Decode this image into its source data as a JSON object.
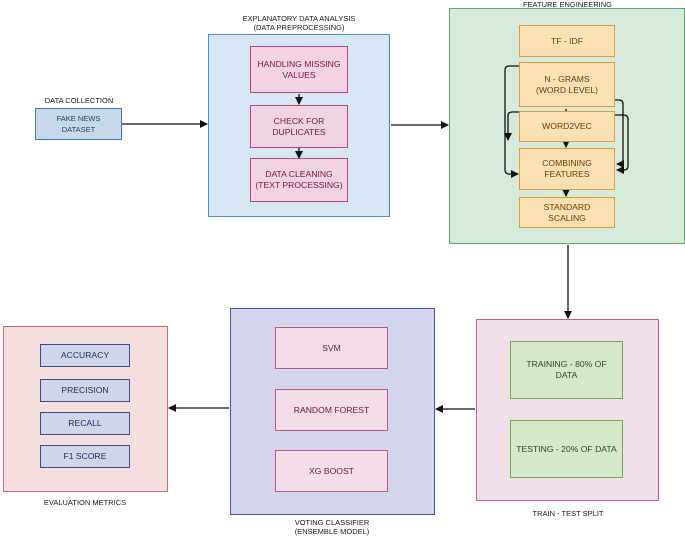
{
  "data_collection": {
    "title": "DATA COLLECTION",
    "source": "FAKE NEWS DATASET"
  },
  "eda": {
    "title_line1": "EXPLANATORY DATA ANALYSIS",
    "title_line2": "(DATA PREPROCESSING)",
    "steps": [
      {
        "line1": "HANDLING MISSING",
        "line2": "VALUES"
      },
      {
        "line1": "CHECK FOR",
        "line2": "DUPLICATES"
      },
      {
        "line1": "DATA CLEANING",
        "line2": "(TEXT PROCESSING)"
      }
    ]
  },
  "feature_engineering": {
    "title": "FEATURE ENGINEERING",
    "steps": [
      {
        "line1": "TF - IDF",
        "line2": ""
      },
      {
        "line1": "N - GRAMS",
        "line2": "(WORD LEVEL)"
      },
      {
        "line1": "WORD2VEC",
        "line2": ""
      },
      {
        "line1": "COMBINING",
        "line2": "FEATURES"
      },
      {
        "line1": "STANDARD SCALING",
        "line2": ""
      }
    ]
  },
  "train_test_split": {
    "title": "TRAIN - TEST SPLIT",
    "training": {
      "line1": "TRAINING - 80% OF",
      "line2": "DATA"
    },
    "testing": {
      "line1": "TESTING - 20% OF DATA",
      "line2": ""
    }
  },
  "voting_classifier": {
    "title_line1": "VOTING CLASSIFIER",
    "title_line2": "(ENSEMBLE MODEL)",
    "models": [
      "SVM",
      "RANDOM FOREST",
      "XG BOOST"
    ]
  },
  "evaluation": {
    "title": "EVALUATION METRICS",
    "metrics": [
      "ACCURACY",
      "PRECISION",
      "RECALL",
      "F1 SCORE"
    ]
  },
  "colors": {
    "eda_panel": "#d6e6f2",
    "feature_panel": "#d6eadb",
    "split_panel": "#f1e0ea",
    "voting_panel": "#d2d5ec",
    "evaluation_panel": "#f7dede"
  }
}
